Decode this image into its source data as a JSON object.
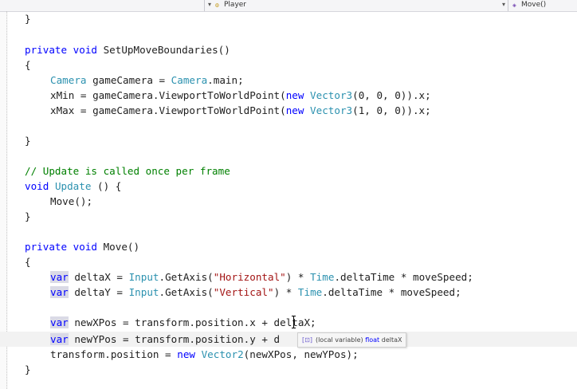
{
  "toolbar": {
    "class_icon": "class-icon",
    "class_label": "Player",
    "method_icon": "method-icon",
    "method_label": "Move()"
  },
  "code": {
    "l1": "}",
    "setup_sig": [
      "private",
      " ",
      "void",
      " SetUpMoveBoundaries()"
    ],
    "open_brace": "{",
    "close_brace": "}",
    "cam_line": [
      "Camera",
      " gameCamera = ",
      "Camera",
      ".main;"
    ],
    "xmin_line": [
      "xMin = gameCamera.ViewportToWorldPoint(",
      "new",
      " ",
      "Vector3",
      "(0, 0, 0)).x;"
    ],
    "xmax_line": [
      "xMax = gameCamera.ViewportToWorldPoint(",
      "new",
      " ",
      "Vector3",
      "(1, 0, 0)).x;"
    ],
    "comment": "// Update is called once per frame",
    "update_sig": [
      "void",
      " ",
      "Update",
      " () {"
    ],
    "move_call": "Move();",
    "move_sig": [
      "private",
      " ",
      "void",
      " Move()"
    ],
    "deltax_line": [
      "var",
      " deltaX = ",
      "Input",
      ".GetAxis(",
      "\"Horizontal\"",
      ") * ",
      "Time",
      ".deltaTime * moveSpeed;"
    ],
    "deltay_line": [
      "var",
      " deltaY = ",
      "Input",
      ".GetAxis(",
      "\"Vertical\"",
      ") * ",
      "Time",
      ".deltaTime * moveSpeed;"
    ],
    "newx_line": [
      "var",
      " newXPos = transform.position.x + deltaX;"
    ],
    "newy_line": [
      "var",
      " newYPos = transform.position.y + d"
    ],
    "assign_line": [
      "transform.position = ",
      "new",
      " ",
      "Vector2",
      "(newXPos, newYPos);"
    ]
  },
  "tooltip": {
    "icon": "local-variable-icon",
    "text": "(local variable)",
    "type": "float",
    "name": "deltaX"
  },
  "colors": {
    "keyword": "#0000ff",
    "type": "#2b91af",
    "string": "#a31515",
    "comment": "#008000"
  }
}
